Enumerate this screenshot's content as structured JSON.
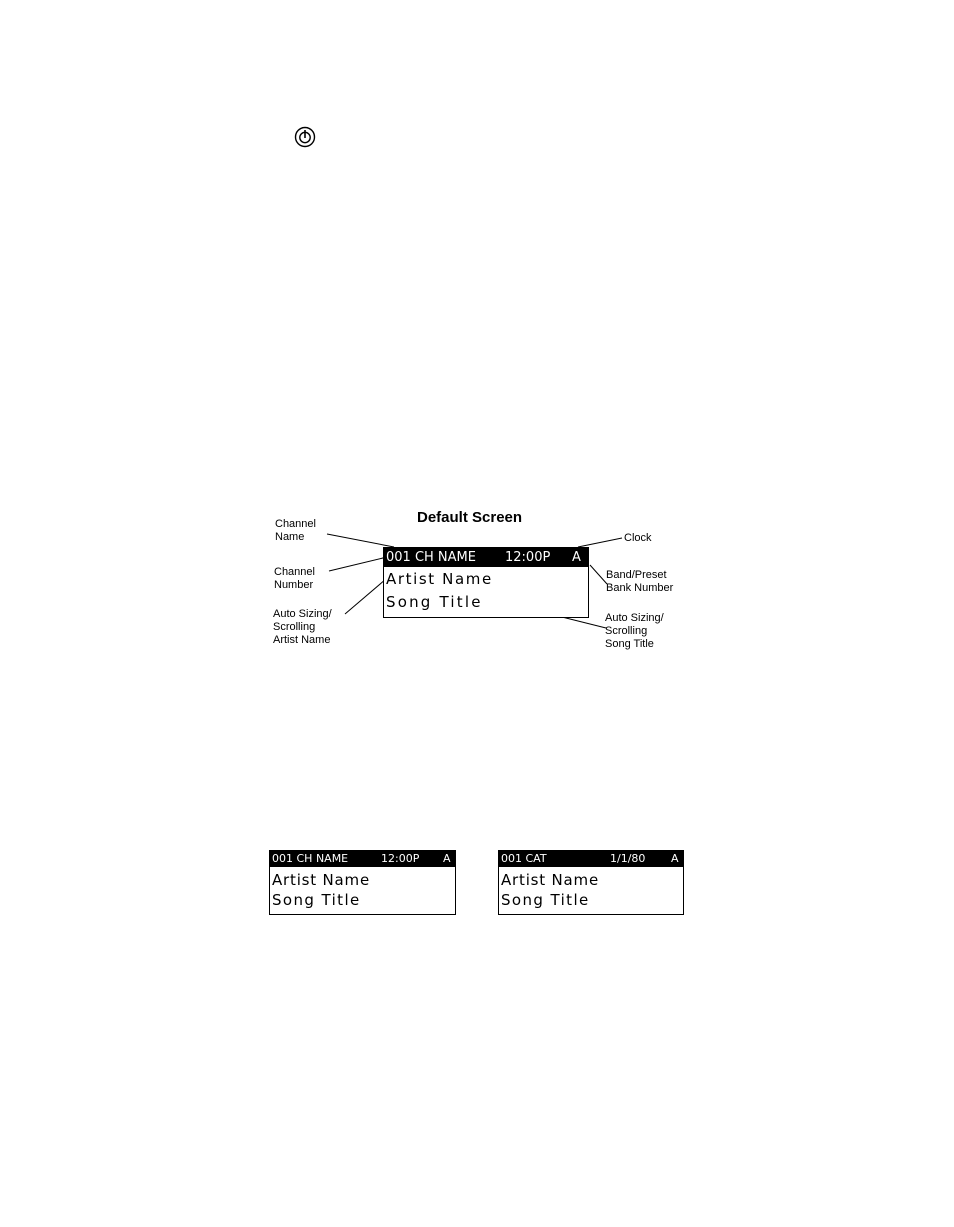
{
  "power_icon": "power-icon",
  "diagram": {
    "title": "Default Screen",
    "callouts": {
      "channel_name": "Channel\nName",
      "channel_number": "Channel\nNumber",
      "artist_name": "Auto Sizing/\nScrolling\nArtist Name",
      "clock": "Clock",
      "band_preset": "Band/Preset\nBank Number",
      "song_title": "Auto Sizing/\nScrolling\nSong Title"
    },
    "screen": {
      "channel": "001 CH NAME",
      "clock": "12:00P",
      "band": "A",
      "artist": "Artist Name",
      "song": "Song Title"
    }
  },
  "examples": [
    {
      "channel": "001 CH NAME",
      "clock": "12:00P",
      "band": "A",
      "artist": "Artist Name",
      "song": "Song Title"
    },
    {
      "channel": "001 CAT",
      "clock": "1/1/80",
      "band": "A",
      "artist": "Artist Name",
      "song": "Song Title"
    }
  ],
  "colors": {
    "lcd_bar_background": "#000000",
    "lcd_bar_text": "#ffffff",
    "page_background": "#ffffff"
  }
}
